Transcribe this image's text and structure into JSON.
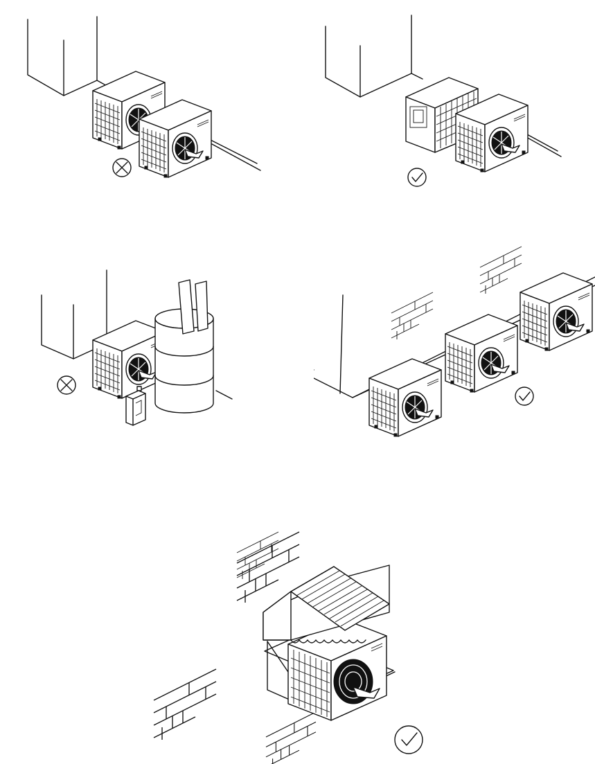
{
  "figure": {
    "panels": [
      {
        "id": "two-units-facing",
        "verdict": "incorrect",
        "verdict_icon": "cross-in-circle-icon"
      },
      {
        "id": "unit-behind-unit",
        "verdict": "correct",
        "verdict_icon": "check-in-circle-icon"
      },
      {
        "id": "unit-near-flammables",
        "verdict": "incorrect",
        "verdict_icon": "cross-in-circle-icon"
      },
      {
        "id": "units-along-wall",
        "verdict": "correct",
        "verdict_icon": "check-in-circle-icon"
      },
      {
        "id": "unit-under-awning",
        "verdict": "correct",
        "verdict_icon": "check-in-circle-icon"
      }
    ],
    "colors": {
      "ink": "#111111",
      "paper": "#ffffff",
      "panel_bg": "#ffffff"
    }
  }
}
